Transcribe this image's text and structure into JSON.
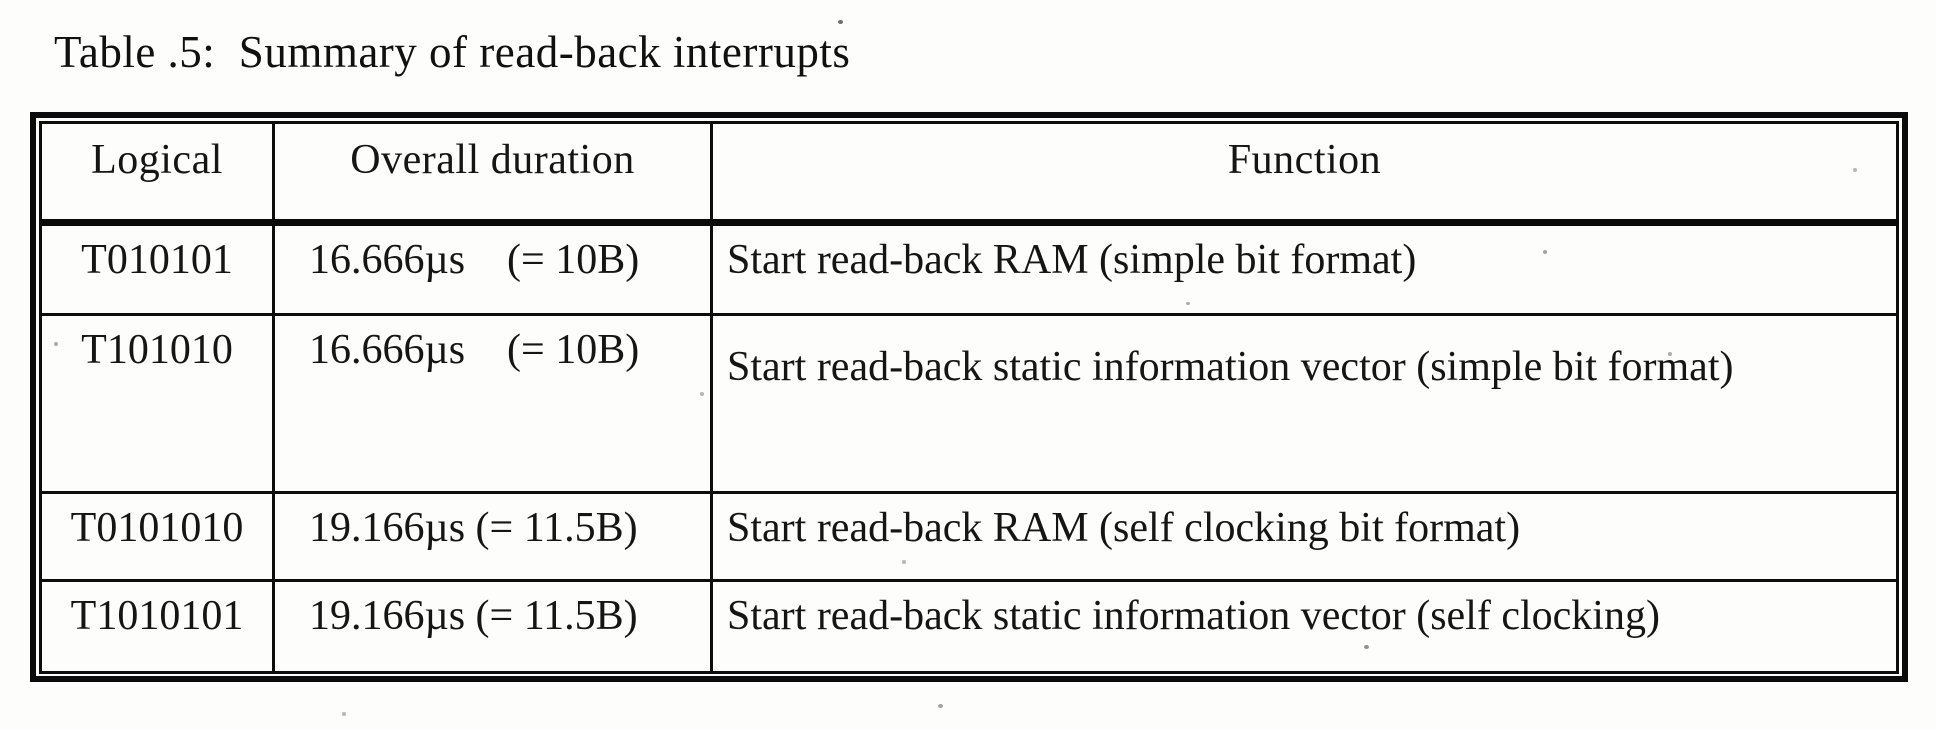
{
  "document": {
    "caption": "Table .5:  Summary of read-back interrupts",
    "table": {
      "columns": {
        "logical": "Logical",
        "duration": "Overall duration",
        "function": "Function"
      },
      "rows": [
        {
          "logical": "T010101",
          "duration": "16.666µs    (= 10B)",
          "function": "Start read-back RAM (simple bit format)"
        },
        {
          "logical": "T101010",
          "duration": "16.666µs    (= 10B)",
          "function": "Start read-back static information vector (simple bit format)"
        },
        {
          "logical": "T0101010",
          "duration": "19.166µs (= 11.5B)",
          "function": "Start read-back RAM (self clocking bit format)"
        },
        {
          "logical": "T1010101",
          "duration": "19.166µs (= 11.5B)",
          "function": "Start read-back static information vector (self clocking)"
        }
      ]
    }
  }
}
